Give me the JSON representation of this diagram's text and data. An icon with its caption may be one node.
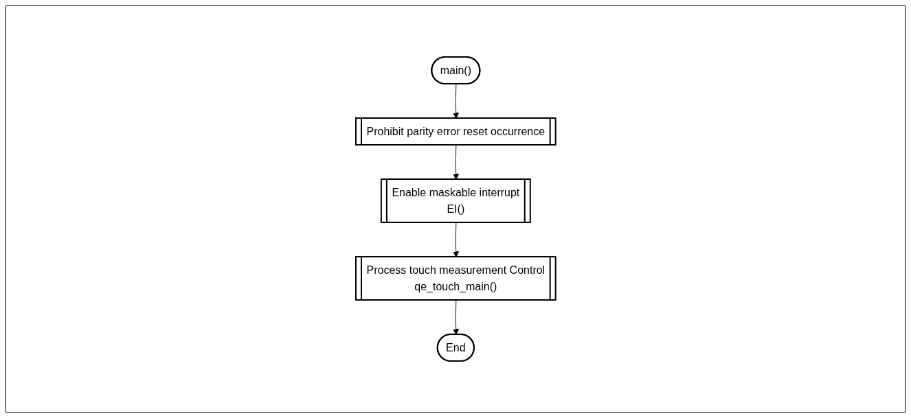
{
  "diagram": {
    "nodes": [
      {
        "text": [
          "main()"
        ]
      },
      {
        "text": [
          "Prohibit parity error reset occurrence"
        ]
      },
      {
        "text": [
          "Enable maskable interrupt",
          "EI()"
        ]
      },
      {
        "text": [
          "Process touch measurement Control",
          "qe_touch_main()"
        ]
      },
      {
        "text": [
          "End"
        ]
      }
    ],
    "edges": [
      {
        "from": 0,
        "to": 1,
        "arrow": "to"
      },
      {
        "from": 1,
        "to": 2,
        "arrow": "to"
      },
      {
        "from": 2,
        "to": 3,
        "arrow": "to"
      },
      {
        "from": 3,
        "to": 4,
        "arrow": "to"
      }
    ]
  }
}
